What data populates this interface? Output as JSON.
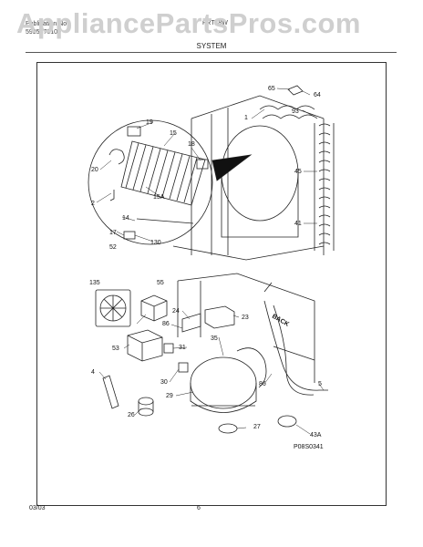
{
  "watermark": "AppliancePartsPros.com",
  "header": {
    "left_line1": "Publication No",
    "left_line2": "5995370100",
    "right_text": "FRT18W"
  },
  "section_title": "SYSTEM",
  "diagram_code": "P08S0341",
  "direction_label": "BACK",
  "callouts": [
    "19",
    "15",
    "18",
    "20",
    "2",
    "15A",
    "14",
    "17",
    "52",
    "130",
    "1",
    "65",
    "64",
    "93",
    "45",
    "41",
    "135",
    "55",
    "24",
    "86",
    "23",
    "53",
    "31",
    "35",
    "30",
    "29",
    "4",
    "26",
    "27",
    "43A",
    "5"
  ],
  "footer": {
    "date": "03/03",
    "page": "6"
  }
}
